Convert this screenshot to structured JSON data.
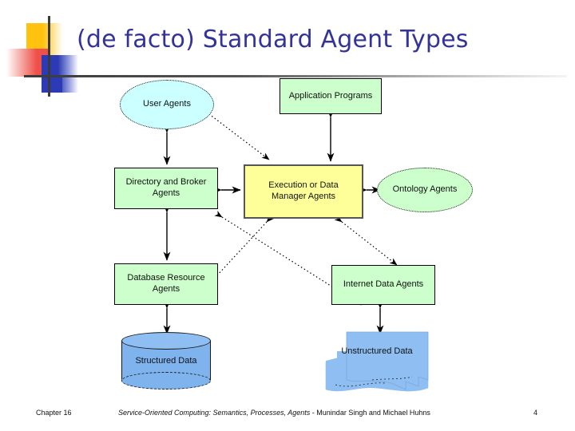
{
  "slide": {
    "title": "(de facto) Standard Agent Types",
    "title_color": "#333399"
  },
  "logo": {
    "yellow": "#FFC20E",
    "red": "#F0504A",
    "blue": "#2C3BB5"
  },
  "diagram": {
    "type": "block-diagram",
    "nodes": [
      {
        "id": "user-agents",
        "label": "User Agents",
        "shape": "ellipse",
        "fill": "#CCFFFF"
      },
      {
        "id": "application",
        "label": "Application Programs",
        "shape": "rect",
        "fill": "#CCFFCC"
      },
      {
        "id": "directory",
        "label": "Directory and Broker Agents",
        "shape": "rect",
        "fill": "#CCFFCC"
      },
      {
        "id": "execution",
        "label": "Execution or Data Manager Agents",
        "shape": "rect",
        "fill": "#FFFF99"
      },
      {
        "id": "ontology",
        "label": "Ontology Agents",
        "shape": "ellipse",
        "fill": "#CCFFCC"
      },
      {
        "id": "database",
        "label": "Database Resource Agents",
        "shape": "rect",
        "fill": "#CCFFCC"
      },
      {
        "id": "internet",
        "label": "Internet Data Agents",
        "shape": "rect",
        "fill": "#CCFFCC"
      },
      {
        "id": "structured",
        "label": "Structured Data",
        "shape": "cylinder",
        "fill": "#7FB3EE"
      },
      {
        "id": "unstructured",
        "label": "Unstructured Data",
        "shape": "multidoc",
        "fill": "#8FBEF2"
      }
    ],
    "edges": [
      {
        "from": "user-agents",
        "to": "directory",
        "style": "solid",
        "arrows": "both"
      },
      {
        "from": "user-agents",
        "to": "execution",
        "style": "dotted",
        "arrows": "both"
      },
      {
        "from": "application",
        "to": "execution",
        "style": "dotted",
        "arrows": "both"
      },
      {
        "from": "directory",
        "to": "execution",
        "style": "solid",
        "arrows": "both"
      },
      {
        "from": "execution",
        "to": "ontology",
        "style": "solid",
        "arrows": "both"
      },
      {
        "from": "directory",
        "to": "database",
        "style": "solid",
        "arrows": "both"
      },
      {
        "from": "directory",
        "to": "internet",
        "style": "dotted",
        "arrows": "both"
      },
      {
        "from": "execution",
        "to": "database",
        "style": "dotted",
        "arrows": "both"
      },
      {
        "from": "execution",
        "to": "internet",
        "style": "dotted",
        "arrows": "both"
      },
      {
        "from": "database",
        "to": "structured",
        "style": "solid",
        "arrows": "both"
      },
      {
        "from": "internet",
        "to": "unstructured",
        "style": "solid",
        "arrows": "both"
      }
    ]
  },
  "labels": {
    "user_agents": "User Agents",
    "application_programs": "Application Programs",
    "directory_line1": "Directory and Broker",
    "directory_line2": "Agents",
    "execution_line1": "Execution or Data",
    "execution_line2": "Manager Agents",
    "ontology_agents": "Ontology Agents",
    "database_line1": "Database Resource",
    "database_line2": "Agents",
    "internet_data_agents": "Internet Data Agents",
    "structured_data": "Structured Data",
    "unstructured_data": "Unstructured Data"
  },
  "footer": {
    "chapter": "Chapter 16",
    "book_title": "Service-Oriented Computing: Semantics, Processes, Agents",
    "authors": "- Munindar Singh and Michael Huhns",
    "page": "4"
  }
}
